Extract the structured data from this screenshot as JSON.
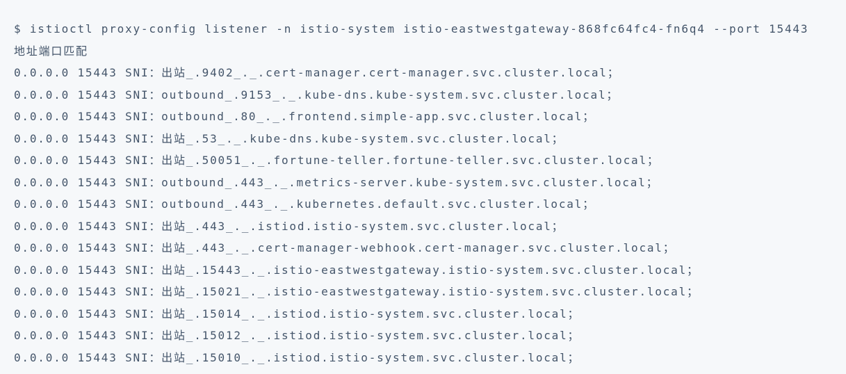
{
  "colors": {
    "background": "#f6f8fa",
    "text": "#44556a"
  },
  "terminal": {
    "prompt": "$",
    "command": "istioctl proxy-config listener -n istio-system istio-eastwestgateway-868fc64fc4-fn6q4 --port 15443",
    "output_header": "地址端口匹配",
    "rows": [
      {
        "address": "0.0.0.0",
        "port": "15443",
        "match": "SNI：出站_.9402_._.cert-manager.cert-manager.svc.cluster.local；"
      },
      {
        "address": "0.0.0.0",
        "port": "15443",
        "match": "SNI：outbound_.9153_._.kube-dns.kube-system.svc.cluster.local；"
      },
      {
        "address": "0.0.0.0",
        "port": "15443",
        "match": "SNI：outbound_.80_._.frontend.simple-app.svc.cluster.local；"
      },
      {
        "address": "0.0.0.0",
        "port": "15443",
        "match": "SNI：出站_.53_._.kube-dns.kube-system.svc.cluster.local；"
      },
      {
        "address": "0.0.0.0",
        "port": "15443",
        "match": "SNI：出站_.50051_._.fortune-teller.fortune-teller.svc.cluster.local；"
      },
      {
        "address": "0.0.0.0",
        "port": "15443",
        "match": "SNI：outbound_.443_._.metrics-server.kube-system.svc.cluster.local；"
      },
      {
        "address": "0.0.0.0",
        "port": "15443",
        "match": "SNI：outbound_.443_._.kubernetes.default.svc.cluster.local；"
      },
      {
        "address": "0.0.0.0",
        "port": "15443",
        "match": "SNI：出站_.443_._.istiod.istio-system.svc.cluster.local；"
      },
      {
        "address": "0.0.0.0",
        "port": "15443",
        "match": "SNI：出站_.443_._.cert-manager-webhook.cert-manager.svc.cluster.local；"
      },
      {
        "address": "0.0.0.0",
        "port": "15443",
        "match": "SNI：出站_.15443_._.istio-eastwestgateway.istio-system.svc.cluster.local；"
      },
      {
        "address": "0.0.0.0",
        "port": "15443",
        "match": "SNI：出站_.15021_._.istio-eastwestgateway.istio-system.svc.cluster.local；"
      },
      {
        "address": "0.0.0.0",
        "port": "15443",
        "match": "SNI：出站_.15014_._.istiod.istio-system.svc.cluster.local；"
      },
      {
        "address": "0.0.0.0",
        "port": "15443",
        "match": "SNI：出站_.15012_._.istiod.istio-system.svc.cluster.local；"
      },
      {
        "address": "0.0.0.0",
        "port": "15443",
        "match": "SNI：出站_.15010_._.istiod.istio-system.svc.cluster.local；"
      }
    ]
  }
}
